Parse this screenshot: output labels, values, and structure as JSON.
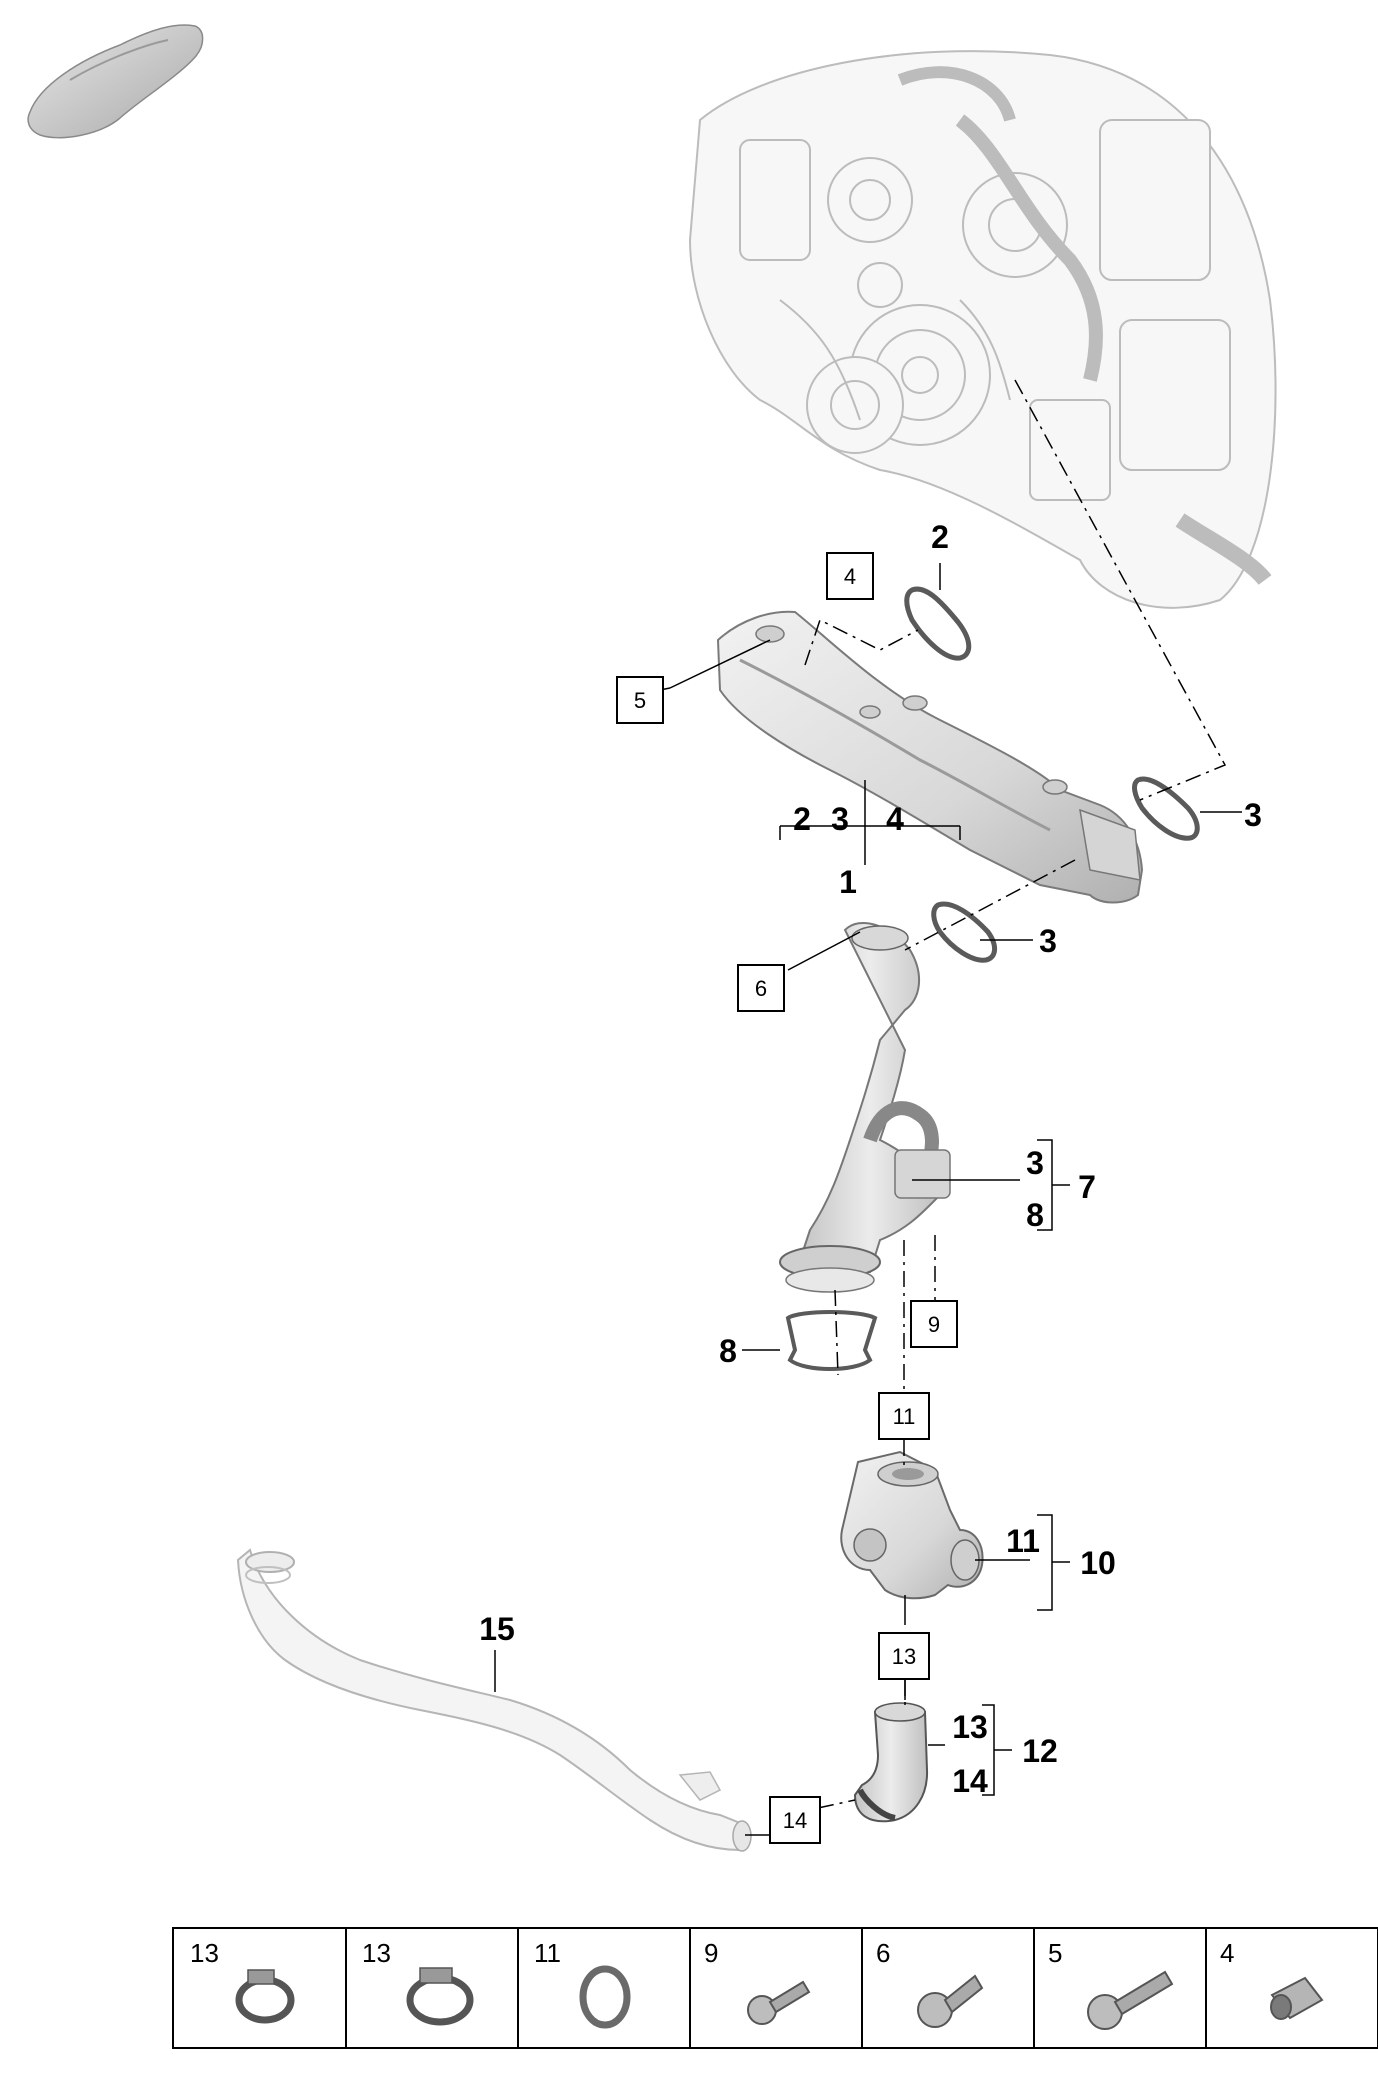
{
  "callouts": {
    "c2_top": "2",
    "c3_right_upper": "3",
    "c3_right_mid": "3",
    "bracket1_a": "2",
    "bracket1_b": "3",
    "bracket1_c": "4",
    "c1": "1",
    "group7_a": "3",
    "group7_b": "8",
    "c7": "7",
    "c8": "8",
    "group10_a": "11",
    "c10": "10",
    "c15": "15",
    "group12_a": "13",
    "group12_b": "14",
    "c12": "12"
  },
  "boxed_refs": {
    "b4": "4",
    "b5": "5",
    "b6": "6",
    "b9": "9",
    "b11": "11",
    "b13": "13",
    "b14": "14"
  },
  "parts_table": [
    {
      "label": "13",
      "icon": "hose-clamp-icon"
    },
    {
      "label": "13",
      "icon": "hose-clamp-icon"
    },
    {
      "label": "11",
      "icon": "o-ring-icon"
    },
    {
      "label": "9",
      "icon": "bolt-icon"
    },
    {
      "label": "6",
      "icon": "flange-bolt-icon"
    },
    {
      "label": "5",
      "icon": "flange-bolt-icon"
    },
    {
      "label": "4",
      "icon": "sleeve-icon"
    }
  ],
  "colors": {
    "part_fill": "#e3e3e3",
    "part_shade": "#bdbdbd",
    "engine_line": "#b9b9b9",
    "ink": "#000000"
  }
}
